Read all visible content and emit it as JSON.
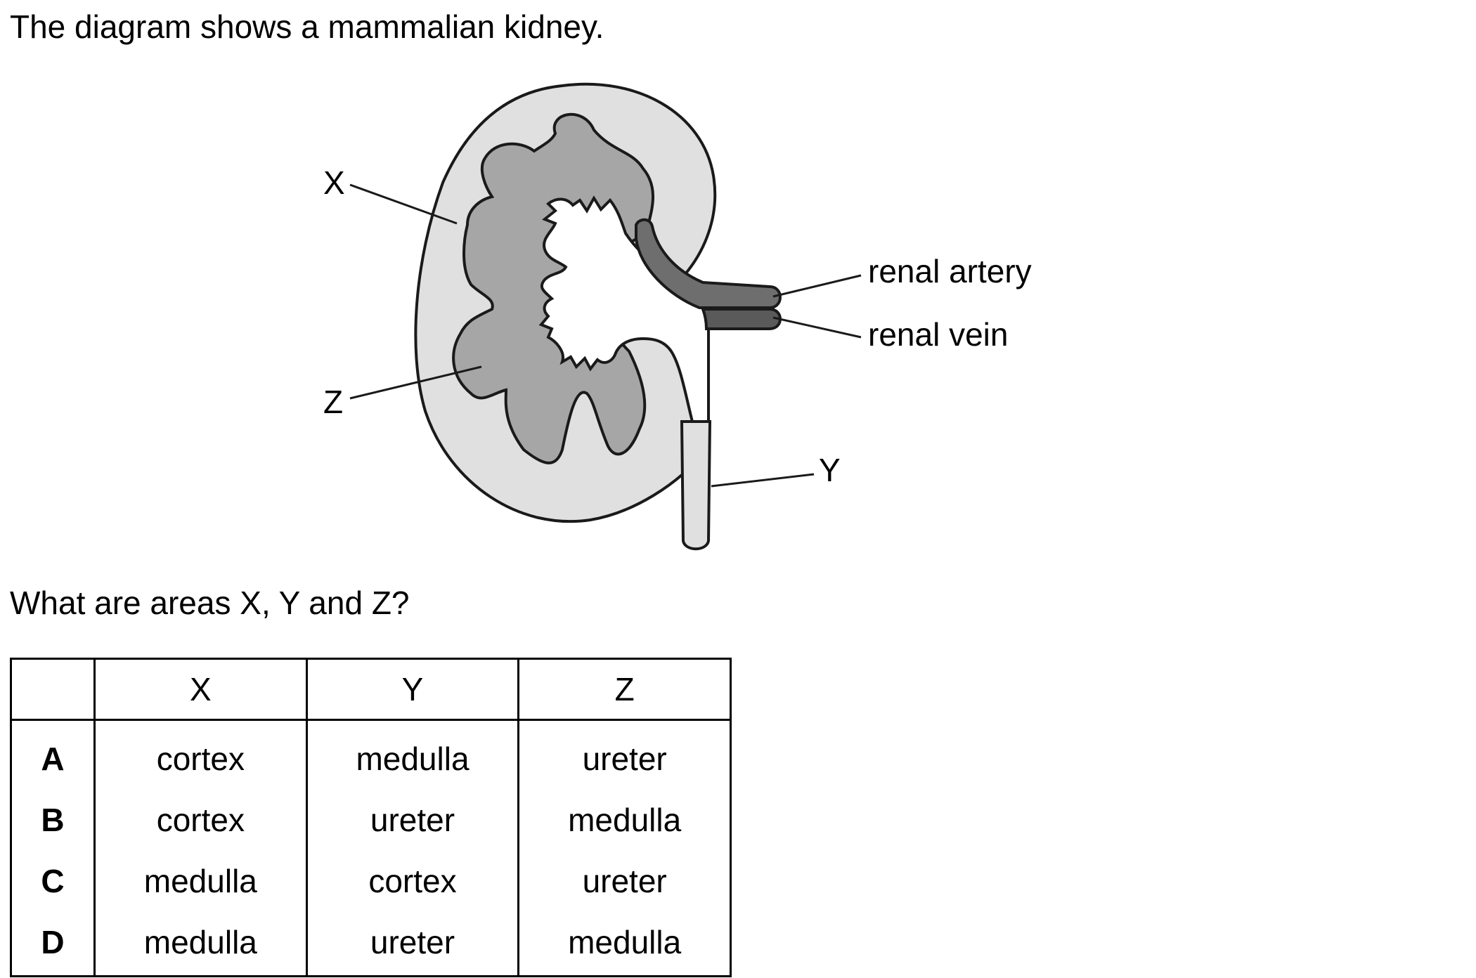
{
  "question": {
    "intro": "The diagram shows a mammalian kidney.",
    "prompt": "What are areas X, Y and Z?"
  },
  "diagram": {
    "labels": {
      "x": "X",
      "y": "Y",
      "z": "Z",
      "renal_artery": "renal artery",
      "renal_vein": "renal vein"
    },
    "colors": {
      "cortex_fill": "#e0e0e0",
      "medulla_fill": "#a6a6a6",
      "vessel_fill": "#6e6e6e",
      "outline": "#1a1a1a"
    }
  },
  "table": {
    "headers": [
      "",
      "X",
      "Y",
      "Z"
    ],
    "rows": [
      {
        "letter": "A",
        "x": "cortex",
        "y": "medulla",
        "z": "ureter"
      },
      {
        "letter": "B",
        "x": "cortex",
        "y": "ureter",
        "z": "medulla"
      },
      {
        "letter": "C",
        "x": "medulla",
        "y": "cortex",
        "z": "ureter"
      },
      {
        "letter": "D",
        "x": "medulla",
        "y": "ureter",
        "z": "medulla"
      }
    ]
  }
}
